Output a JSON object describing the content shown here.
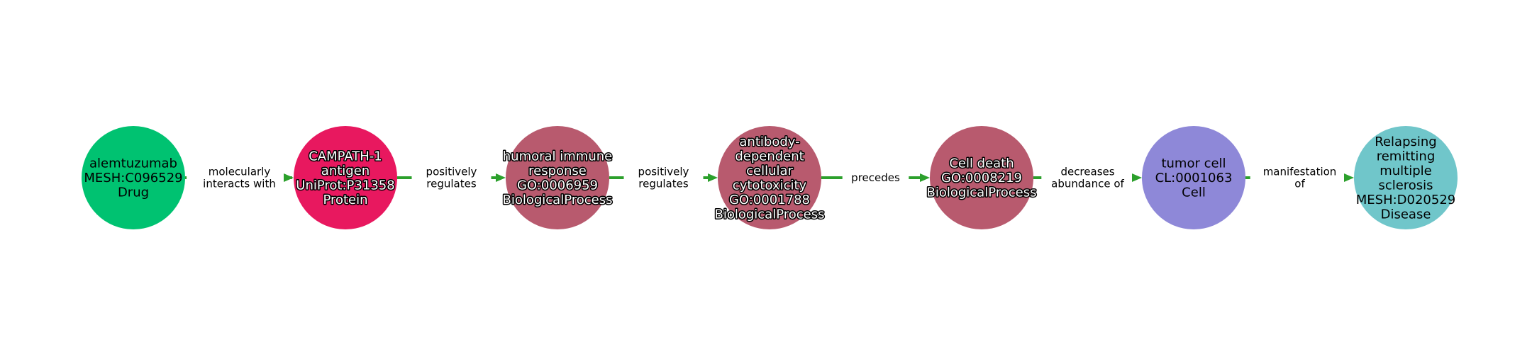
{
  "edge_color": "#2ca02c",
  "nodes": [
    {
      "lines": [
        "alemtuzumab",
        "MESH:C096529",
        "Drug"
      ],
      "color": "#00c271",
      "outlined": false
    },
    {
      "lines": [
        "CAMPATH-1",
        "antigen",
        "UniProt:P31358",
        "Protein"
      ],
      "color": "#e8185f",
      "outlined": true
    },
    {
      "lines": [
        "humoral immune",
        "response",
        "GO:0006959",
        "BiologicalProcess"
      ],
      "color": "#b85a6e",
      "outlined": true
    },
    {
      "lines": [
        "antibody-",
        "dependent",
        "cellular",
        "cytotoxicity",
        "GO:0001788",
        "BiologicalProcess"
      ],
      "color": "#b85a6e",
      "outlined": true
    },
    {
      "lines": [
        "Cell death",
        "GO:0008219",
        "BiologicalProcess"
      ],
      "color": "#b85a6e",
      "outlined": true
    },
    {
      "lines": [
        "tumor cell",
        "CL:0001063",
        "Cell"
      ],
      "color": "#8e88d8",
      "outlined": false
    },
    {
      "lines": [
        "Relapsing",
        "remitting",
        "multiple",
        "sclerosis",
        "MESH:D020529",
        "Disease"
      ],
      "color": "#70c6ca",
      "outlined": false
    }
  ],
  "edges": [
    {
      "lines": [
        "molecularly",
        "interacts with"
      ]
    },
    {
      "lines": [
        "positively",
        "regulates"
      ]
    },
    {
      "lines": [
        "positively",
        "regulates"
      ]
    },
    {
      "lines": [
        "precedes"
      ]
    },
    {
      "lines": [
        "decreases",
        "abundance of"
      ]
    },
    {
      "lines": [
        "manifestation",
        "of"
      ]
    }
  ]
}
